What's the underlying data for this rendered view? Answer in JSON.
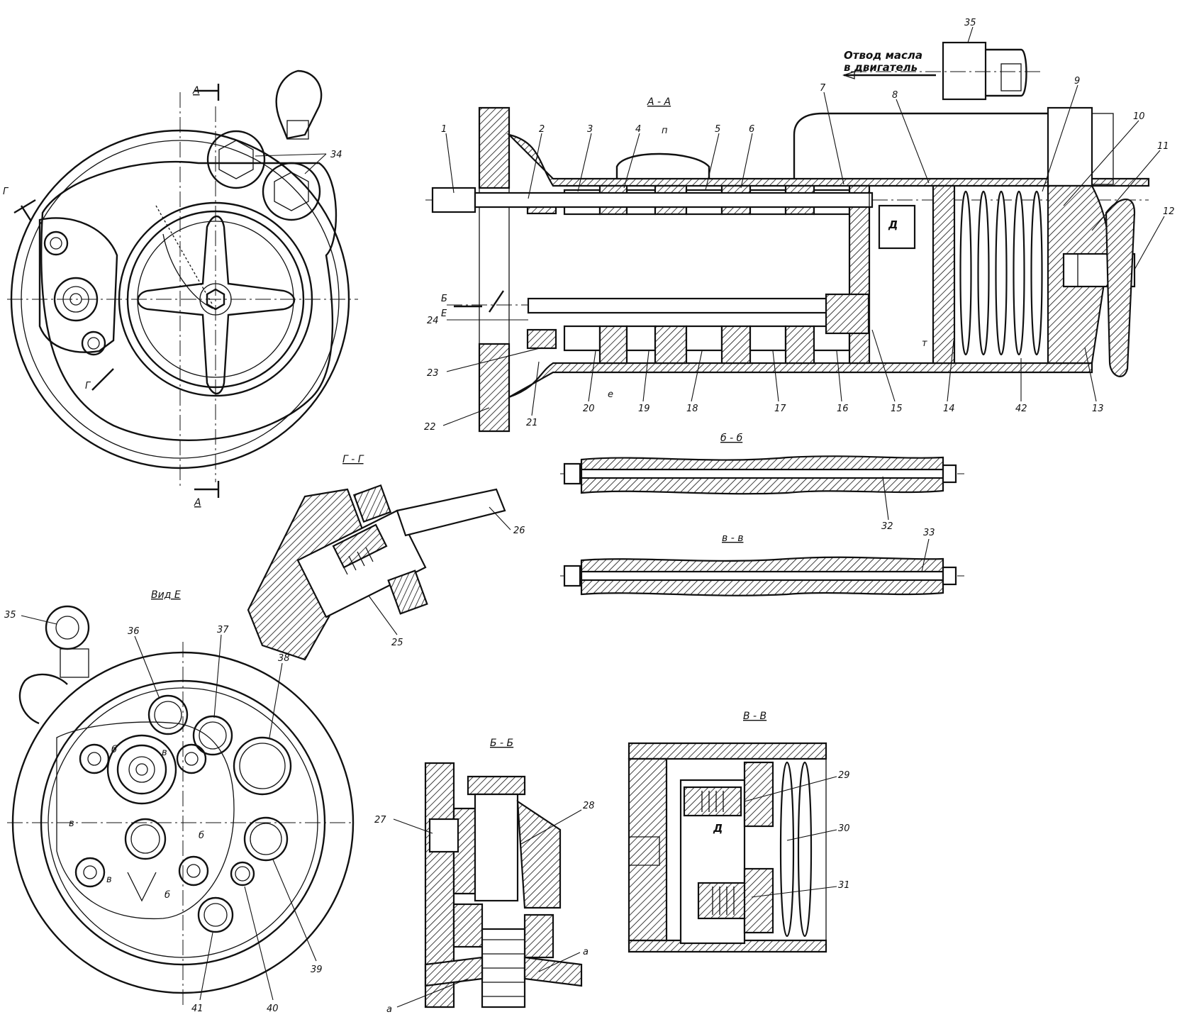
{
  "views": {
    "aa": "А - А",
    "gg": "Г - Г",
    "vid_e": "Вид Е",
    "bb": "б - б",
    "vv": "в - в",
    "bb_cap": "Б - Б",
    "vv_cap": "В - В"
  },
  "section_marks": {
    "a": "А",
    "g": "Г",
    "b": "Б",
    "e": "Е",
    "small_b": "б",
    "small_v": "в",
    "d": "Д",
    "p": "п",
    "m": "т",
    "e_small": "е",
    "a_small": "а"
  },
  "oil_note": {
    "line1": "Отвод масла",
    "line2": "в двигатель"
  },
  "callouts": {
    "c1": "1",
    "c2": "2",
    "c3": "3",
    "c4": "4",
    "c5": "5",
    "c6": "6",
    "c7": "7",
    "c8": "8",
    "c9": "9",
    "c10": "10",
    "c11": "11",
    "c12": "12",
    "c13": "13",
    "c14": "14",
    "c15": "15",
    "c16": "16",
    "c17": "17",
    "c18": "18",
    "c19": "19",
    "c20": "20",
    "c21": "21",
    "c22": "22",
    "c23": "23",
    "c24": "24",
    "c25": "25",
    "c26": "26",
    "c27": "27",
    "c28": "28",
    "c29": "29",
    "c30": "30",
    "c31": "31",
    "c32": "32",
    "c33": "33",
    "c34": "34",
    "c35": "35",
    "c36": "36",
    "c37": "37",
    "c38": "38",
    "c39": "39",
    "c40": "40",
    "c41": "41",
    "c42": "42"
  }
}
